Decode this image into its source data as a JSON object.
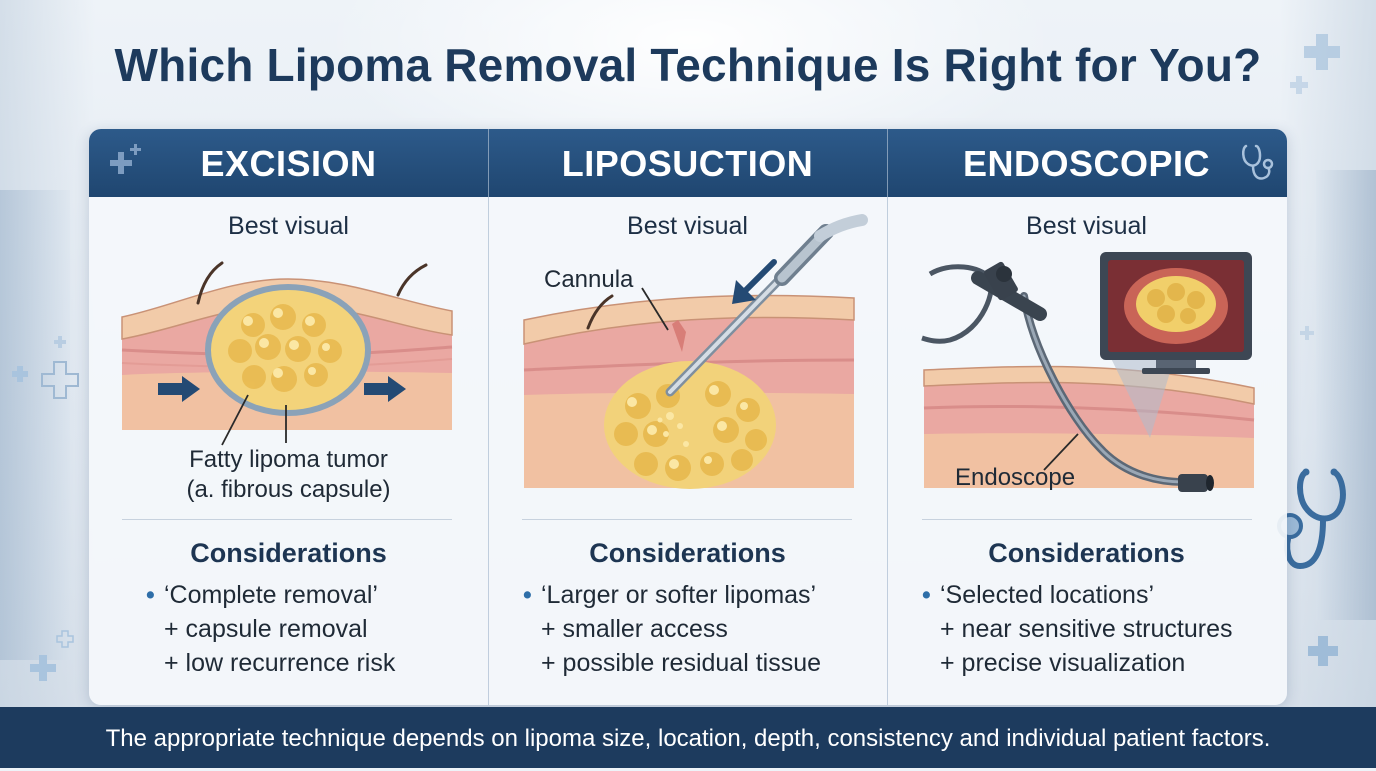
{
  "title": "Which Lipoma Removal Technique Is Right for You?",
  "columns": [
    {
      "heading": "EXCISION",
      "subheading": "Best visual",
      "labels": [
        "Fatty lipoma tumor",
        "(a. fibrous capsule)"
      ],
      "considerations_heading": "Considerations",
      "bullet": "‘Complete removal’",
      "points": [
        "+ capsule removal",
        "+ low recurrence risk"
      ]
    },
    {
      "heading": "LIPOSUCTION",
      "subheading": "Best visual",
      "labels": [
        "Cannula"
      ],
      "considerations_heading": "Considerations",
      "bullet": "‘Larger or softer lipomas’",
      "points": [
        "+ smaller access",
        "+ possible residual tissue"
      ]
    },
    {
      "heading": "ENDOSCOPIC",
      "subheading": "Best visual",
      "labels": [
        "Endoscope"
      ],
      "considerations_heading": "Considerations",
      "bullet": "‘Selected locations’",
      "points": [
        "+ near sensitive structures",
        "+ precise visualization"
      ]
    }
  ],
  "footer": "The appropriate technique depends on lipoma size, location, depth, consistency and individual patient factors.",
  "colors": {
    "header": "#24507d",
    "title": "#1d3a5c",
    "footer": "#1d3b5e",
    "skin": "#efc9a7",
    "tissue": "#e9a9a2",
    "fat": "#f1cf6a",
    "arrow": "#244a74"
  },
  "icons": [
    "medical-cross-icon",
    "stethoscope-icon",
    "arrow-right-icon",
    "arrow-left-icon",
    "arrow-down-left-icon",
    "monitor-icon"
  ]
}
